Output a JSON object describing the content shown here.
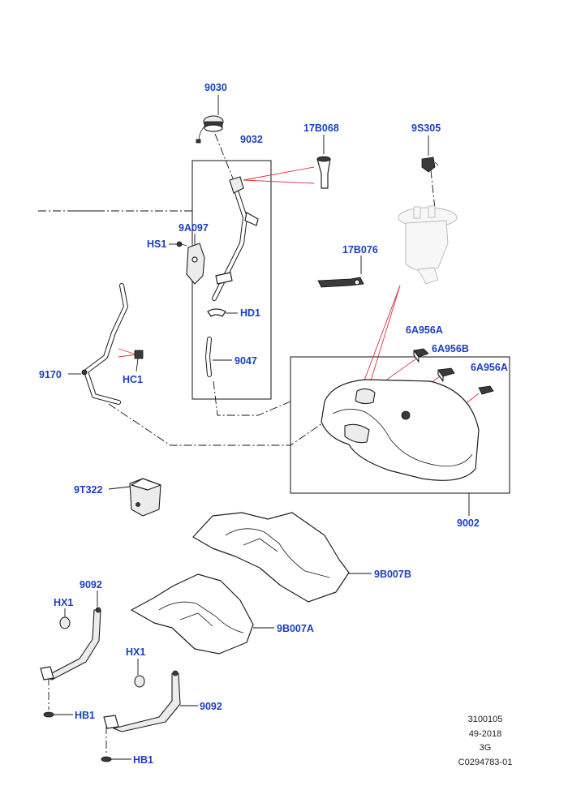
{
  "callouts": {
    "c9030": "9030",
    "c9032": "9032",
    "c17B068": "17B068",
    "c9S305": "9S305",
    "c9A097": "9A097",
    "cHS1": "HS1",
    "c17B076": "17B076",
    "cHD1": "HD1",
    "c6A956A_top": "6A956A",
    "c6A956B": "6A956B",
    "c6A956A_right": "6A956A",
    "c9047": "9047",
    "c9170": "9170",
    "cHC1": "HC1",
    "c9T322": "9T322",
    "c9002": "9002",
    "c9B007B": "9B007B",
    "c9B007A": "9B007A",
    "c9092_upper": "9092",
    "cHX1_upper": "HX1",
    "cHX1_lower": "HX1",
    "c9092_lower": "9092",
    "cHB1_upper": "HB1",
    "cHB1_lower": "HB1"
  },
  "footer": {
    "line1": "3100105",
    "line2": "49-2018",
    "line3": "3G",
    "line4": "C0294783-01"
  },
  "colors": {
    "callout": "#1a3fc2",
    "leader_red": "#d8323a",
    "line": "#111111"
  }
}
